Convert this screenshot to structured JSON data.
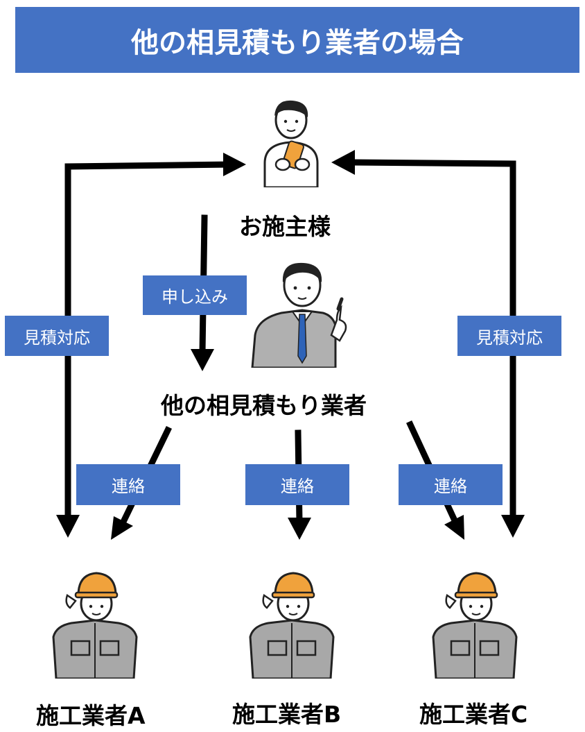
{
  "title": "他の相見積もり業者の場合",
  "client": {
    "label": "お施主様"
  },
  "broker": {
    "label": "他の相見積もり業者"
  },
  "contractors": [
    {
      "label": "施工業者A"
    },
    {
      "label": "施工業者B"
    },
    {
      "label": "施工業者C"
    }
  ],
  "edges": {
    "apply": "申し込み",
    "quote_left": "見積対応",
    "quote_right": "見積対応",
    "contact_a": "連絡",
    "contact_b": "連絡",
    "contact_c": "連絡"
  },
  "colors": {
    "accent": "#4472c4",
    "helmet": "#f0a23c",
    "uniform": "#a8a8a8"
  },
  "icons": [
    "client-person-with-phone-icon",
    "broker-businessman-icon",
    "worker-with-helmet-icon"
  ]
}
